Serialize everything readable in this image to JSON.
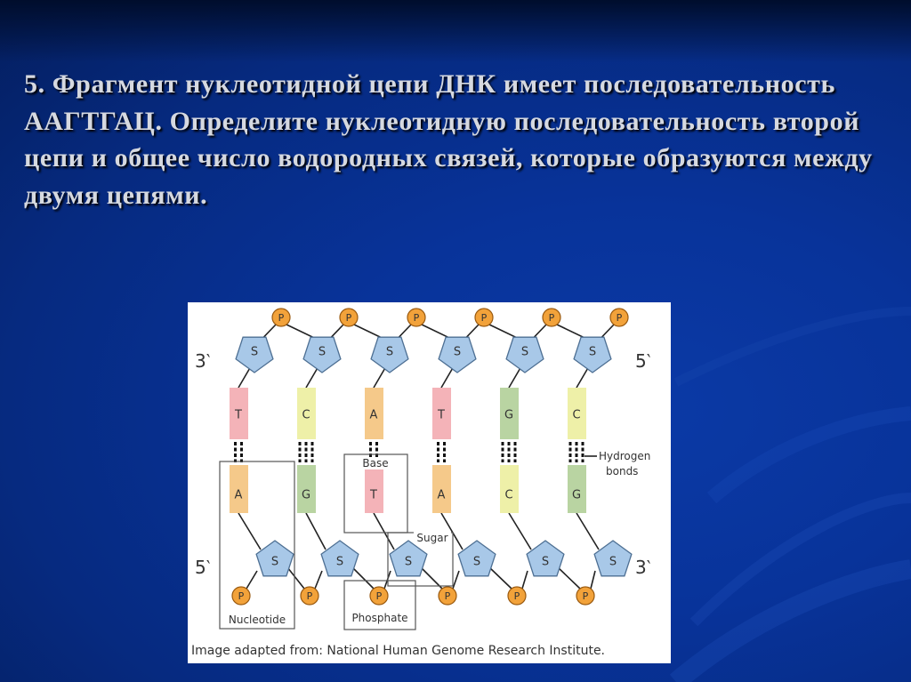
{
  "slide": {
    "question": "5. Фрагмент нуклеотидной цепи ДНК имеет последовательность ААГТГАЦ. Определите нуклеотидную последовательность второй цепи и общее число водородных связей, которые образуются между двумя цепями."
  },
  "diagram": {
    "end_top_left": "3‵",
    "end_top_right": "5‵",
    "end_bottom_left": "5‵",
    "end_bottom_right": "3‵",
    "phosphate_symbol": "P",
    "sugar_symbol": "S",
    "top_bases": [
      "T",
      "C",
      "A",
      "T",
      "G",
      "C"
    ],
    "bottom_bases": [
      "A",
      "G",
      "T",
      "A",
      "C",
      "G"
    ],
    "label_base": "Base",
    "label_sugar": "Sugar",
    "label_nucleotide": "Nucleotide",
    "label_phosphate": "Phosphate",
    "label_hydrogen_line1": "Hydrogen",
    "label_hydrogen_line2": "bonds",
    "caption": "Image adapted from: National Human Genome Research Institute.",
    "colors": {
      "A": "#f5c98a",
      "T": "#f4b3b8",
      "C": "#eef0a8",
      "G": "#b9d4a2",
      "phosphate": "#f2a23a",
      "sugar": "#a8c8e8",
      "slide_background": "#08339a"
    }
  }
}
